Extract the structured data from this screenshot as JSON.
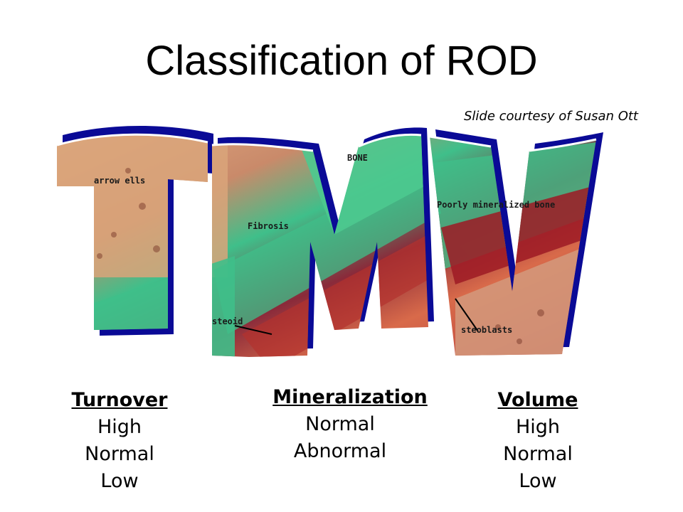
{
  "title": "Classification of ROD",
  "credit": "Slide courtesy of Susan Ott",
  "graphic": {
    "letters": "TMV",
    "image_labels": [
      "arrow ells",
      "Fibrosis",
      "BONE",
      "Poorly mineralized bone",
      "steoid",
      "steoblasts"
    ]
  },
  "columns": {
    "turnover": {
      "heading": "Turnover",
      "items": [
        "High",
        "Normal",
        "Low"
      ]
    },
    "mineralization": {
      "heading": "Mineralization",
      "items": [
        "Normal",
        "Abnormal"
      ]
    },
    "volume": {
      "heading": "Volume",
      "items": [
        "High",
        "Normal",
        "Low"
      ]
    }
  },
  "colors": {
    "shadow": "#0a0a96",
    "tissue_pink": "#d9a47a",
    "tissue_green": "#3fbf8a",
    "tissue_red": "#9e1a24"
  }
}
